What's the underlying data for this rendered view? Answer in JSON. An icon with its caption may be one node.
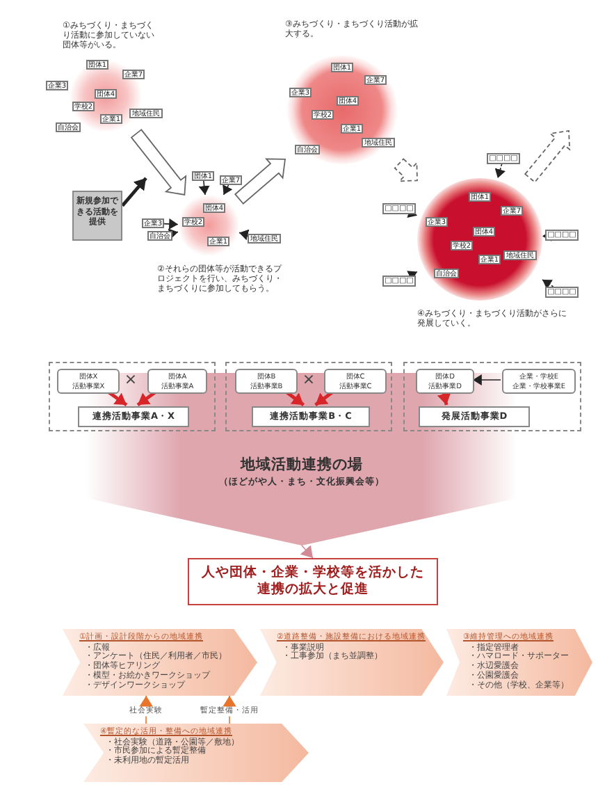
{
  "diagram": {
    "nodes": [
      {
        "text": [],
        "shape": "circle",
        "beside": [
          "①みちづくり・まちづくり活動に参加していない団体等がいる。"
        ]
      },
      {
        "text": [
          "団体1"
        ],
        "in": 0
      },
      {
        "text": [
          "企業7"
        ],
        "in": 0
      },
      {
        "text": [
          "企業3"
        ],
        "in": 0
      },
      {
        "text": [
          "団体4"
        ],
        "in": 0
      },
      {
        "text": [
          "学校2"
        ],
        "in": 0
      },
      {
        "text": [
          "企業1"
        ],
        "in": 0
      },
      {
        "text": [
          "地域住民"
        ],
        "in": 0
      },
      {
        "text": [
          "自治会"
        ],
        "in": 0
      },
      {
        "text": [
          "新規参加できる活動を提供"
        ]
      },
      {
        "text": [],
        "shape": "circle",
        "beside": [
          "②それらの団体等が活動できるプロジェクトを行い、みちづくり・まちづくりに参加してもらう。"
        ]
      },
      {
        "text": [
          "団体1"
        ]
      },
      {
        "text": [
          "企業7"
        ]
      },
      {
        "text": [
          "企業3"
        ]
      },
      {
        "text": [
          "団体4"
        ],
        "in": 10
      },
      {
        "text": [
          "学校2"
        ],
        "in": 10
      },
      {
        "text": [
          "企業1"
        ],
        "in": 10
      },
      {
        "text": [
          "地域住民"
        ]
      },
      {
        "text": [
          "自治会"
        ]
      },
      {
        "text": [],
        "shape": "circle",
        "beside": [
          "③みちづくり・まちづくり活動が拡大する。"
        ]
      },
      {
        "text": [
          "団体1"
        ],
        "in": 19
      },
      {
        "text": [
          "企業7"
        ],
        "in": 19
      },
      {
        "text": [
          "企業3"
        ],
        "in": 19
      },
      {
        "text": [
          "団体4"
        ],
        "in": 19
      },
      {
        "text": [
          "学校2"
        ],
        "in": 19
      },
      {
        "text": [
          "企業1"
        ],
        "in": 19
      },
      {
        "text": [
          "地域住民"
        ],
        "in": 19
      },
      {
        "text": [
          "自治会"
        ],
        "in": 19
      },
      {
        "text": [],
        "shape": "circle",
        "beside": [
          "④みちづくり・まちづくり活動がさらに発展していく。"
        ]
      },
      {
        "text": [
          "団体1"
        ],
        "in": 28
      },
      {
        "text": [
          "企業7"
        ],
        "in": 28
      },
      {
        "text": [
          "企業3"
        ],
        "in": 28
      },
      {
        "text": [
          "団体4"
        ],
        "in": 28
      },
      {
        "text": [
          "学校2"
        ],
        "in": 28
      },
      {
        "text": [
          "企業1"
        ],
        "in": 28
      },
      {
        "text": [
          "地域住民"
        ],
        "in": 28
      },
      {
        "text": [
          "自治会"
        ],
        "in": 28
      },
      {
        "text": [
          "□□□□"
        ]
      },
      {
        "text": [
          "□□□□"
        ]
      },
      {
        "text": [
          "□□□□"
        ]
      },
      {
        "text": [
          "□□□□"
        ]
      },
      {
        "text": [
          "□□□□"
        ]
      },
      {
        "text": [],
        "shape": "box"
      },
      {
        "text": [
          "団体X",
          "活動事業X"
        ],
        "in": 42
      },
      {
        "text": [
          "団体A",
          "活動事業A"
        ],
        "in": 42
      },
      {
        "text": [
          "連携活動事業A・X"
        ],
        "in": 42
      },
      {
        "text": [],
        "shape": "box"
      },
      {
        "text": [
          "団体B",
          "活動事業B"
        ],
        "in": 46
      },
      {
        "text": [
          "団体C",
          "活動事業C"
        ],
        "in": 46
      },
      {
        "text": [
          "連携活動事業B・C"
        ],
        "in": 46
      },
      {
        "text": [],
        "shape": "box"
      },
      {
        "text": [
          "団体D",
          "活動事業D"
        ],
        "in": 50
      },
      {
        "text": [
          "企業・学校E",
          "企業・学校事業E"
        ],
        "in": 50
      },
      {
        "text": [
          "発展活動事業D"
        ],
        "in": 50
      },
      {
        "text": [
          "地域活動連携の場",
          "（ほどがや人・まち・文化振興会等）"
        ]
      },
      {
        "text": [
          "人や団体・企業・学校等を活かした連携の拡大と促進"
        ]
      },
      {
        "text": [
          "①計画・設計段階からの地域連携",
          "・広報",
          "・アンケート（住民／利用者／市民）",
          "・団体等ヒアリング",
          "・模型・お絵かきワークショップ",
          "・デザインワークショップ"
        ]
      },
      {
        "text": [
          "②道路整備・施設整備における地域連携",
          "・事業説明",
          "・工事参加（まち並調整）"
        ]
      },
      {
        "text": [
          "③維持管理への地域連携",
          "・指定管理者",
          "・ハマロード・サポーター",
          "・水辺愛護会",
          "・公園愛護会",
          "・その他（学校、企業等）"
        ]
      },
      {
        "text": [
          "④暫定的な活用・整備への地域連携",
          "・社会実験（道路・公園等／敷地）",
          "・市民参加による暫定整備",
          "・未利用地の暫定活用"
        ]
      }
    ],
    "edges": [
      {
        "from": 0,
        "to": 10,
        "arrow": "to",
        "color": "#666666"
      },
      {
        "from": 9,
        "to": null,
        "arrow": "to",
        "style": "thick"
      },
      {
        "from": 10,
        "to": 19,
        "arrow": "to",
        "color": "#666666"
      },
      {
        "from": 19,
        "to": 28,
        "arrow": "to",
        "style": "dashed",
        "color": "#666666"
      },
      {
        "from": 28,
        "to": null,
        "arrow": "to",
        "style": "dashed",
        "color": "#666666"
      },
      {
        "from": 11,
        "to": 10,
        "arrow": "to"
      },
      {
        "from": 12,
        "to": 10,
        "arrow": "to"
      },
      {
        "from": 13,
        "to": 10,
        "arrow": "to"
      },
      {
        "from": 17,
        "to": 10,
        "arrow": "to"
      },
      {
        "from": 18,
        "to": 10,
        "arrow": "to"
      },
      {
        "from": 37,
        "to": 28,
        "arrow": "to",
        "style": "dashed"
      },
      {
        "from": 38,
        "to": 28,
        "arrow": "to",
        "style": "dashed"
      },
      {
        "from": 39,
        "to": 28,
        "arrow": "to",
        "style": "dashed"
      },
      {
        "from": 40,
        "to": 28,
        "arrow": "to",
        "style": "dashed"
      },
      {
        "from": 41,
        "to": 28,
        "arrow": "to",
        "style": "dashed"
      },
      {
        "from": 43,
        "to": 45,
        "arrow": "to",
        "style": "thick",
        "color": "#d7262a"
      },
      {
        "from": 44,
        "to": 45,
        "arrow": "to",
        "style": "thick",
        "color": "#d7262a"
      },
      {
        "from": 47,
        "to": 49,
        "arrow": "to",
        "style": "thick",
        "color": "#d7262a"
      },
      {
        "from": 48,
        "to": 49,
        "arrow": "to",
        "style": "thick",
        "color": "#d7262a"
      },
      {
        "from": 51,
        "to": 53,
        "arrow": "to",
        "style": "thick",
        "color": "#d7262a"
      },
      {
        "from": 52,
        "to": 51,
        "arrow": "to"
      },
      {
        "from": 54,
        "to": 55,
        "arrow": "to",
        "color": "#d48a96"
      },
      {
        "from": 59,
        "to": 56,
        "arrow": "to",
        "label": "社会実験",
        "color": "#e8742c"
      },
      {
        "from": 59,
        "to": 56,
        "arrow": "to",
        "label": "暫定整備・活用",
        "color": "#e8742c"
      }
    ],
    "labels": [
      "×",
      "×"
    ]
  }
}
